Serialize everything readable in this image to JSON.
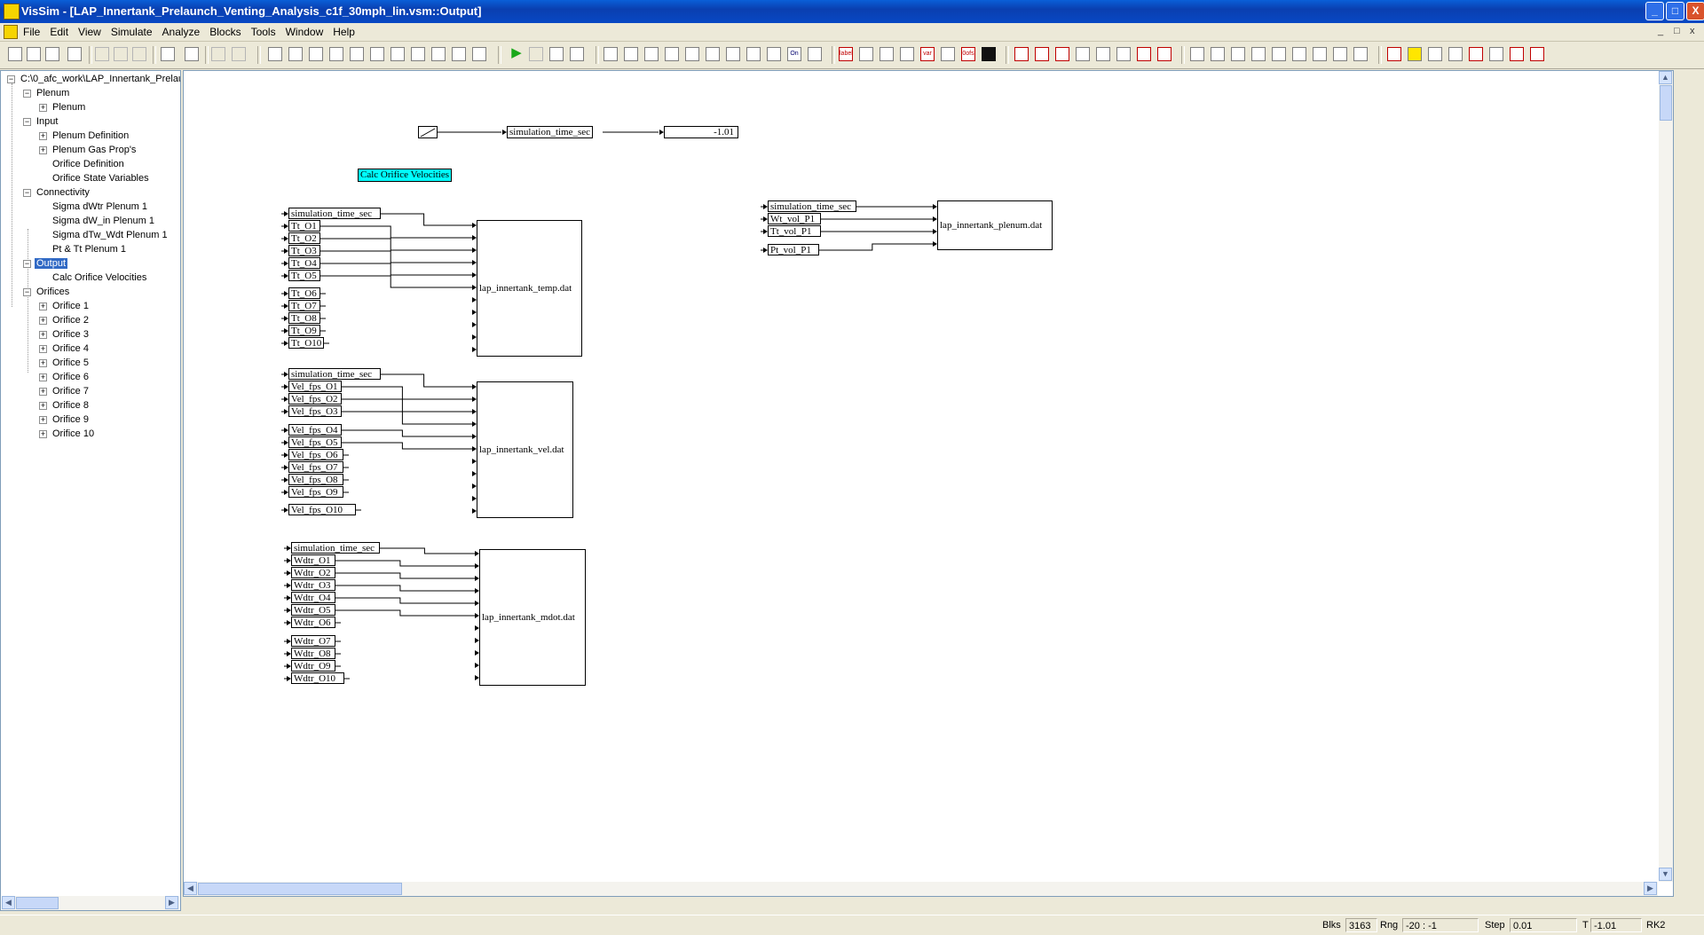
{
  "window": {
    "title": "VisSim - [LAP_Innertank_Prelaunch_Venting_Analysis_c1f_30mph_lin.vsm::Output]",
    "controls": [
      "_",
      "□",
      "X"
    ],
    "mdi_controls": [
      "_",
      "□",
      "x"
    ]
  },
  "menu": [
    "File",
    "Edit",
    "View",
    "Simulate",
    "Analyze",
    "Blocks",
    "Tools",
    "Window",
    "Help"
  ],
  "toolbar": {
    "play_icon": "play-icon",
    "label_btn": "label",
    "var_btn": "var",
    "oofs_btn": "0ofs",
    "on_btn": "On"
  },
  "tree": {
    "root": "C:\\0_afc_work\\LAP_Innertank_Prelau",
    "items": [
      {
        "label": "Plenum",
        "toggle": "−"
      },
      {
        "label": "Plenum",
        "toggle": "+"
      },
      {
        "label": "Input",
        "toggle": "−"
      },
      {
        "label": "Plenum Definition",
        "toggle": "+"
      },
      {
        "label": "Plenum Gas Prop's",
        "toggle": "+"
      },
      {
        "label": "Orifice Definition",
        "toggle": ""
      },
      {
        "label": "Orifice State Variables",
        "toggle": ""
      },
      {
        "label": "Connectivity",
        "toggle": "−"
      },
      {
        "label": "Sigma dWtr Plenum 1",
        "toggle": ""
      },
      {
        "label": "Sigma dW_in Plenum 1",
        "toggle": ""
      },
      {
        "label": "Sigma dTw_Wdt Plenum 1",
        "toggle": ""
      },
      {
        "label": "Pt & Tt Plenum 1",
        "toggle": ""
      },
      {
        "label": "Output",
        "toggle": "−"
      },
      {
        "label": "Calc Orifice Velocities",
        "toggle": ""
      },
      {
        "label": "Orifices",
        "toggle": "−"
      },
      {
        "label": "Orifice 1",
        "toggle": "+"
      },
      {
        "label": "Orifice 2",
        "toggle": "+"
      },
      {
        "label": "Orifice 3",
        "toggle": "+"
      },
      {
        "label": "Orifice 4",
        "toggle": "+"
      },
      {
        "label": "Orifice 5",
        "toggle": "+"
      },
      {
        "label": "Orifice 6",
        "toggle": "+"
      },
      {
        "label": "Orifice 7",
        "toggle": "+"
      },
      {
        "label": "Orifice 8",
        "toggle": "+"
      },
      {
        "label": "Orifice 9",
        "toggle": "+"
      },
      {
        "label": "Orifice 10",
        "toggle": "+"
      }
    ]
  },
  "canvas": {
    "top_chain": {
      "variable": "simulation_time_sec",
      "display": "-1.01"
    },
    "calc_label": "Calc Orifice Velocities",
    "temp_block": {
      "file": "lap_innertank_temp.dat",
      "inputs": [
        "simulation_time_sec",
        "Tt_O1",
        "Tt_O2",
        "Tt_O3",
        "Tt_O4",
        "Tt_O5",
        "Tt_O6",
        "Tt_O7",
        "Tt_O8",
        "Tt_O9",
        "Tt_O10"
      ]
    },
    "vel_block": {
      "file": "lap_innertank_vel.dat",
      "inputs": [
        "simulation_time_sec",
        "Vel_fps_O1",
        "Vel_fps_O2",
        "Vel_fps_O3",
        "Vel_fps_O4",
        "Vel_fps_O5",
        "Vel_fps_O6",
        "Vel_fps_O7",
        "Vel_fps_O8",
        "Vel_fps_O9",
        "Vel_fps_O10"
      ]
    },
    "mdot_block": {
      "file": "lap_innertank_mdot.dat",
      "inputs": [
        "simulation_time_sec",
        "Wdtr_O1",
        "Wdtr_O2",
        "Wdtr_O3",
        "Wdtr_O4",
        "Wdtr_O5",
        "Wdtr_O6",
        "Wdtr_O7",
        "Wdtr_O8",
        "Wdtr_O9",
        "Wdtr_O10"
      ]
    },
    "plenum_block": {
      "file": "lap_innertank_plenum.dat",
      "inputs": [
        "simulation_time_sec",
        "Wt_vol_P1",
        "Tt_vol_P1",
        "Pt_vol_P1"
      ]
    }
  },
  "status": {
    "blks_label": "Blks",
    "blks_value": "3163",
    "rng_label": "Rng",
    "rng_value": "-20 : -1",
    "step_label": "Step",
    "step_value": "0.01",
    "t_label": "T",
    "t_value": "-1.01",
    "method": "RK2"
  }
}
